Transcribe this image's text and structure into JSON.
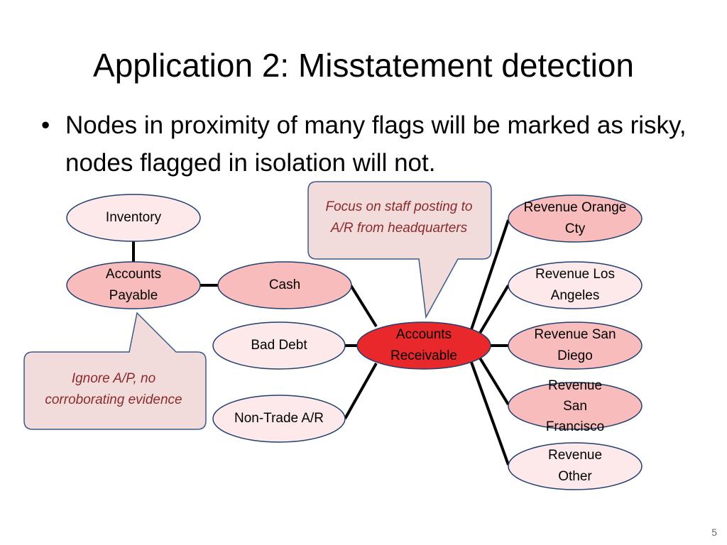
{
  "slide": {
    "title": "Application 2: Misstatement detection",
    "bullet_symbol": "•",
    "bullet_text": "Nodes in proximity of many flags will be marked as risky, nodes flagged in isolation will not.",
    "page_number": "5"
  },
  "colors": {
    "node_light": "#fde9e9",
    "node_pink": "#f8bcbc",
    "node_red": "#e8282a",
    "node_border": "#1f3f6e",
    "edge": "#000000",
    "callout_fill": "#f2dcdb",
    "callout_border": "#3a5a8a",
    "callout_text": "#8b2a2a"
  },
  "nodes": {
    "inventory": "Inventory",
    "accounts_payable": "Accounts Payable",
    "cash": "Cash",
    "bad_debt": "Bad Debt",
    "non_trade_ar": "Non-Trade A/R",
    "accounts_receivable": "Accounts Receivable",
    "revenue_orange": "Revenue Orange Cty",
    "revenue_la": "Revenue Los Angeles",
    "revenue_sd": "Revenue San Diego",
    "revenue_sf": "Revenue San Francisco",
    "revenue_other": "Revenue Other"
  },
  "callouts": {
    "focus": "Focus on staff posting to A/R from headquarters",
    "ignore": "Ignore A/P, no corroborating evidence"
  }
}
